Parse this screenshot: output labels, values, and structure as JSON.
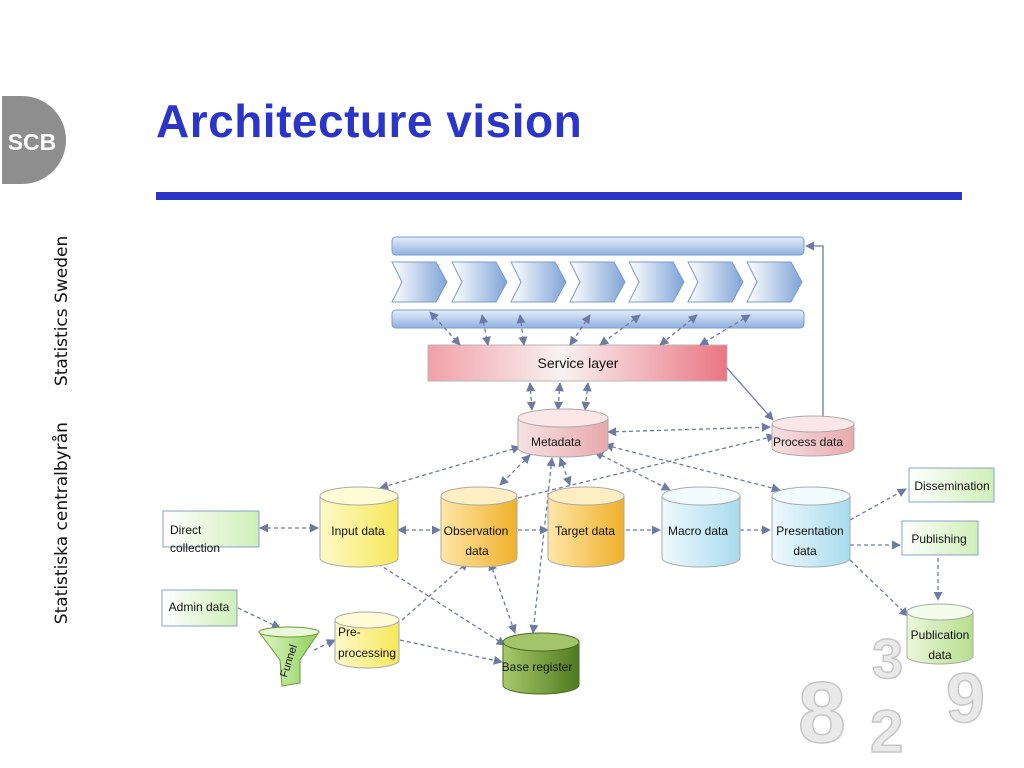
{
  "logo": {
    "text": "SCB"
  },
  "sidebar": {
    "org_en": "Statistics Sweden",
    "org_sv": "Statistiska centralbyrån"
  },
  "title": "Architecture vision",
  "diagram": {
    "service_layer": "Service layer",
    "metadata": "Metadata",
    "process_data": "Process data",
    "direct_collection": [
      "Direct",
      "collection"
    ],
    "admin_data": "Admin data",
    "funnel": "Funnel",
    "input_data": "Input data",
    "observation_data": [
      "Observation",
      "data"
    ],
    "target_data": "Target data",
    "macro_data": "Macro data",
    "presentation_data": [
      "Presentation",
      "data"
    ],
    "preprocessing": [
      "Pre-",
      "processing"
    ],
    "base_register": "Base register",
    "dissemination": "Dissemination",
    "publishing": "Publishing",
    "publication_data": [
      "Publication",
      "data"
    ],
    "decor_digits": [
      "8",
      "3",
      "2",
      "9"
    ]
  },
  "colors": {
    "title": "#2b35c8",
    "cyl_yellow": "#f5e85a",
    "cyl_orange": "#f2b62e",
    "cyl_blue": "#bfe6f2",
    "cyl_pink": "#ecb8bb",
    "cyl_green": "#7ca33c",
    "box_green": "#d9f2c4",
    "arrow": "#6f7aa3"
  }
}
